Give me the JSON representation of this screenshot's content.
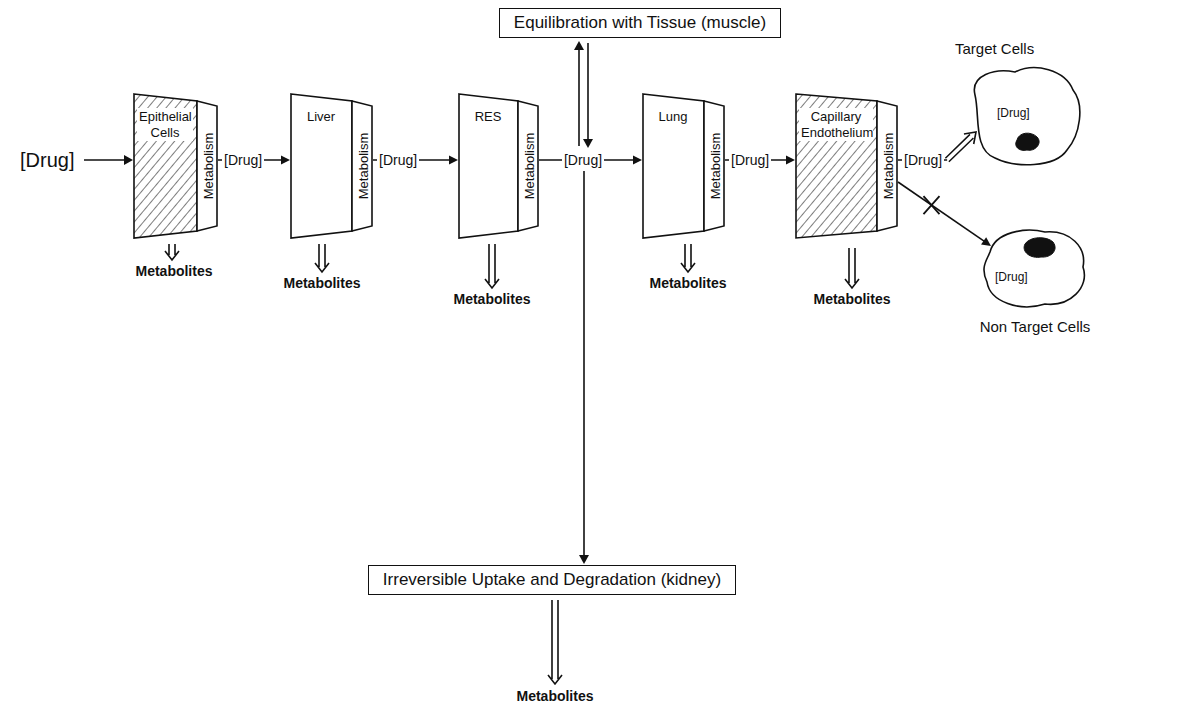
{
  "diagram": {
    "nodes": [
      {
        "text": [
          "Equilibration with Tissue (muscle)"
        ]
      },
      {
        "text": [
          "Epithelial Cells",
          "Metabolism"
        ]
      },
      {
        "text": [
          "Liver",
          "Metabolism"
        ]
      },
      {
        "text": [
          "RES",
          "Metabolism"
        ]
      },
      {
        "text": [
          "Lung",
          "Metabolism"
        ]
      },
      {
        "text": [
          "Capillary Endothelium",
          "Metabolism"
        ]
      },
      {
        "text": [
          "Target Cells",
          "[Drug]"
        ]
      },
      {
        "text": [
          "[Drug]",
          "Non Target Cells"
        ]
      },
      {
        "text": [
          "Irreversible Uptake and Degradation (kidney)"
        ]
      }
    ],
    "edges": [
      {
        "from": 1,
        "to": 2,
        "label": "[Drug]",
        "arrow": "to"
      },
      {
        "from": 2,
        "to": 3,
        "label": "[Drug]",
        "arrow": "to"
      },
      {
        "from": 3,
        "to": 4,
        "label": "[Drug]",
        "arrow": "to"
      },
      {
        "from": 4,
        "to": 5,
        "label": "[Drug]",
        "arrow": "to"
      },
      {
        "from": 5,
        "to": 6,
        "label": "[Drug]",
        "arrow": "to"
      },
      {
        "from": 5,
        "to": 7,
        "arrow": "to"
      }
    ],
    "labels": [
      "[Drug]",
      "Metabolites",
      "Metabolites",
      "Metabolites",
      "Metabolites",
      "Metabolites",
      "Metabolites"
    ]
  }
}
